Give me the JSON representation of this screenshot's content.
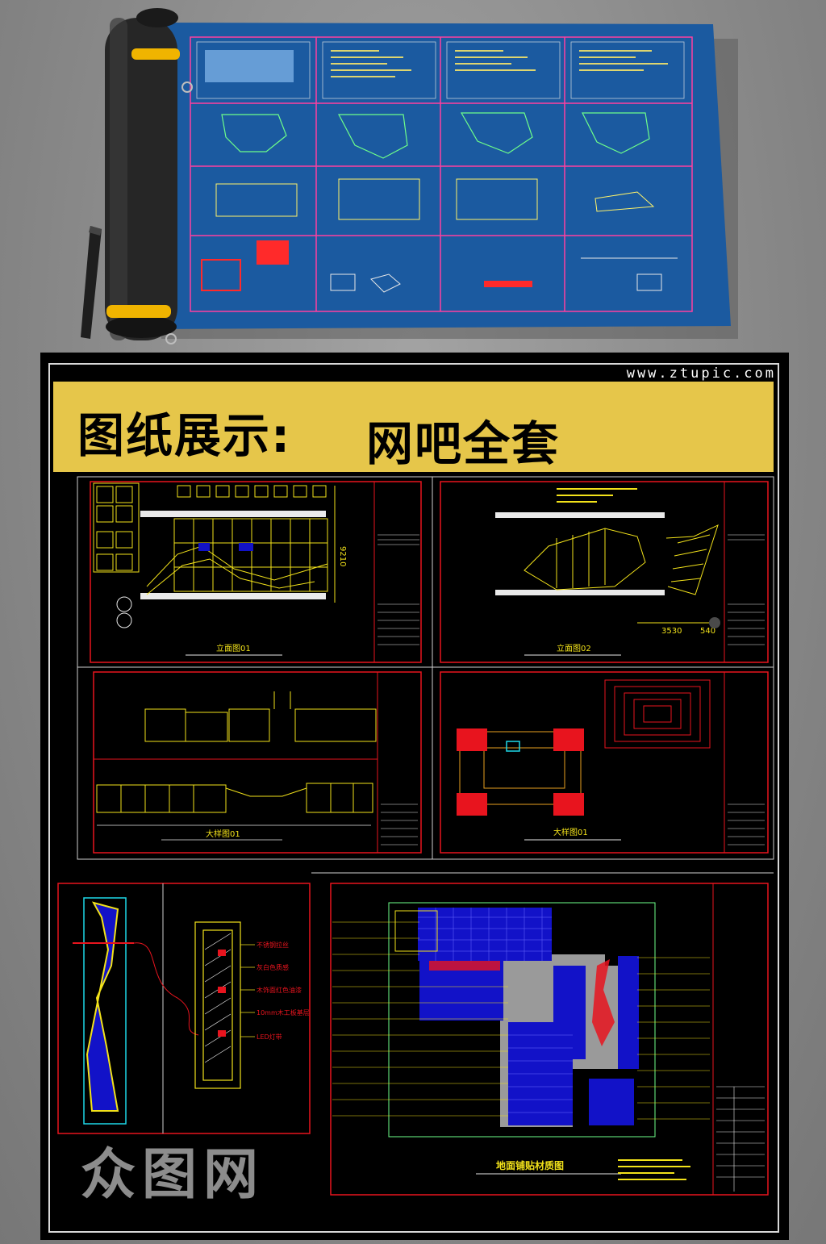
{
  "website": "www.ztupic.com",
  "banner": {
    "label": "图纸展示:",
    "title": "网吧全套"
  },
  "sheets": {
    "elev1_title": "立面图01",
    "elev2_title": "立面图02",
    "large1_title": "大样图01",
    "large2_title": "大样图01",
    "floor_title": "地面铺贴材质图",
    "dim_9210": "9210",
    "dim_3530": "3530",
    "dim_540": "540",
    "detail_notes": [
      "不锈钢拉丝",
      "灰白色质感",
      "木饰面红色油漆",
      "10mm木工板基层",
      "LED灯带"
    ]
  },
  "watermark": "众图网",
  "colors": {
    "blueprint": "#1b5aa0",
    "banner": "#e6c64a",
    "cad_red": "#e8141e",
    "cad_yellow": "#f2e21a",
    "cad_blue": "#1212c8"
  }
}
